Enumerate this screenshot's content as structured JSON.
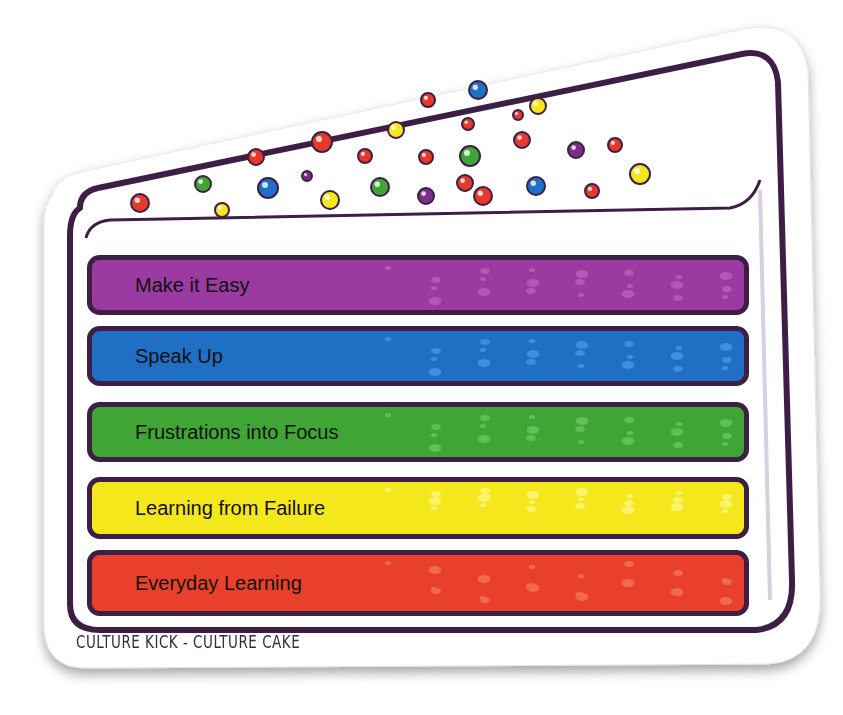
{
  "diagram": {
    "nodes": [
      {
        "text": [
          "Make it Easy"
        ]
      },
      {
        "text": [
          "Speak Up"
        ]
      },
      {
        "text": [
          "Frustrations into Focus"
        ]
      },
      {
        "text": [
          "Learning from Failure"
        ]
      },
      {
        "text": [
          "Everyday Learning"
        ]
      }
    ],
    "labels": [
      "CULTURE KICK - CULTURE CAKE"
    ]
  }
}
